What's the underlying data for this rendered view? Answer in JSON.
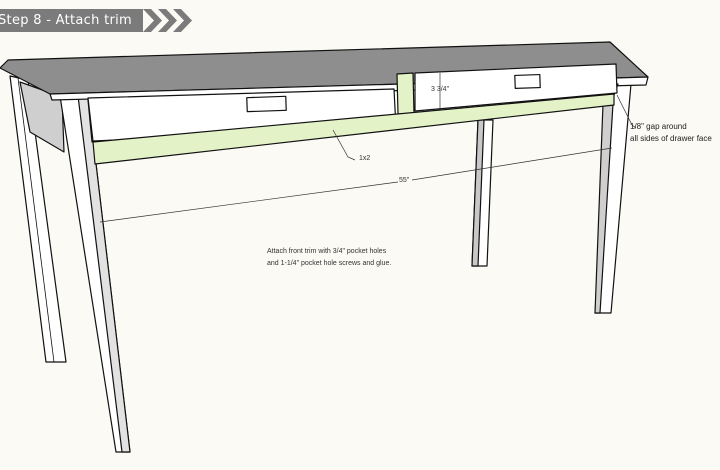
{
  "header": {
    "step_title": "Step 8 - Attach trim"
  },
  "annotations": {
    "drawer_height": "3 3/4\"",
    "trim_size": "1x2",
    "width": "55\"",
    "instruction_line1": "Attach front trim with 3/4\" pocket holes",
    "instruction_line2": "and 1-1/4\" pocket hole screws and glue.",
    "gap_line1": "1/8\" gap around",
    "gap_line2": "all sides of drawer face"
  },
  "colors": {
    "trim": "#e4f2c8",
    "top": "#8c8c8c",
    "banner": "#7b7b7b"
  }
}
